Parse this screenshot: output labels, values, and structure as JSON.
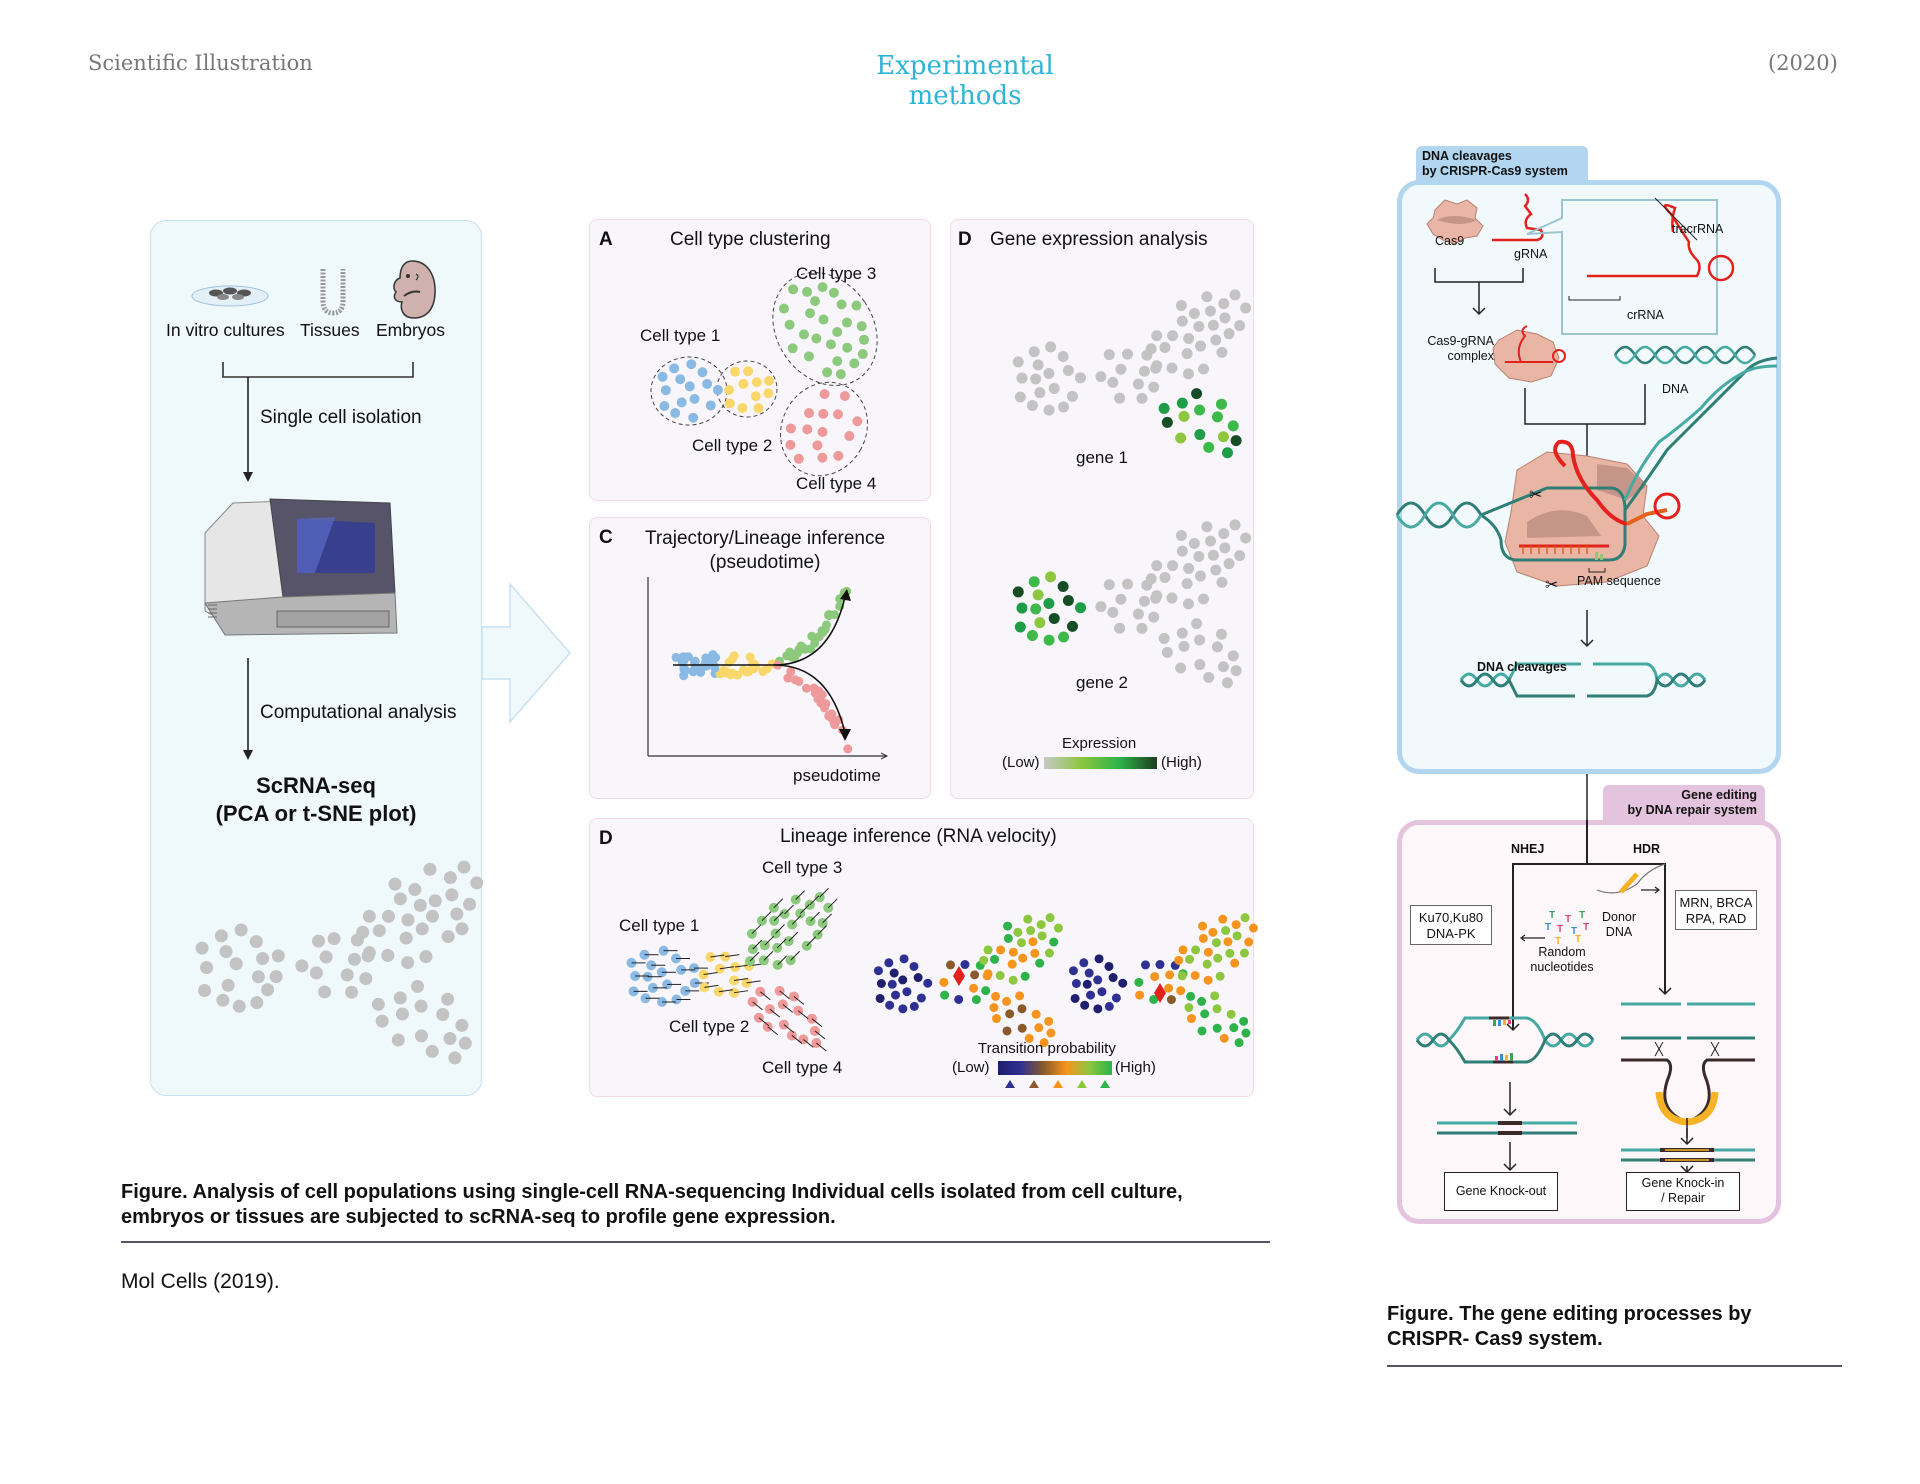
{
  "header": {
    "left": "Scientific Illustration",
    "center": "Experimental methods",
    "right": "(2020)"
  },
  "scrna_figure": {
    "sources": [
      "In vitro cultures",
      "Tissues",
      "Embryos"
    ],
    "step1": "Single cell isolation",
    "step2": "Computational analysis",
    "result_line1": "ScRNA-seq",
    "result_line2": "(PCA or t-SNE plot)",
    "panel_a": {
      "letter": "A",
      "title": "Cell type clustering",
      "labels": [
        "Cell type 1",
        "Cell type 2",
        "Cell type 3",
        "Cell type 4"
      ]
    },
    "panel_c": {
      "letter": "C",
      "title_line1": "Trajectory/Lineage inference",
      "title_line2": "(pseudotime)",
      "xlabel": "pseudotime"
    },
    "panel_gene": {
      "letter": "D",
      "title": "Gene expression analysis",
      "gene1": "gene 1",
      "gene2": "gene 2",
      "legend_title": "Expression",
      "legend_low": "(Low)",
      "legend_high": "(High)"
    },
    "panel_velocity": {
      "letter": "D",
      "title": "Lineage inference (RNA velocity)",
      "labels": [
        "Cell type 1",
        "Cell type 2",
        "Cell type 3",
        "Cell type 4"
      ],
      "legend_title": "Transition probability",
      "legend_low": "(Low)",
      "legend_high": "(High)"
    },
    "caption": "Figure. Analysis of cell populations using single-cell RNA-sequencing Individual cells isolated from cell culture, embryos or tissues are subjected to scRNA-seq to profile gene expression.",
    "source": "Mol Cells (2019)."
  },
  "colors": {
    "cell_type_1": "#8ab9e3",
    "cell_type_2": "#f9d76b",
    "cell_type_3": "#8cc97d",
    "cell_type_4": "#ef9a9a",
    "neutral": "#c3c3c3",
    "accent": "#2fb3d6"
  },
  "crispr_figure": {
    "cleavage_tab_line1": "DNA cleavages",
    "cleavage_tab_line2": "by CRISPR-Cas9 system",
    "cas9": "Cas9",
    "grna": "gRNA",
    "tracrrna": "tracrRNA",
    "crrna": "crRNA",
    "complex_line1": "Cas9-gRNA",
    "complex_line2": "complex",
    "dna": "DNA",
    "pam": "PAM sequence",
    "dna_cleavages": "DNA cleavages",
    "repair_tab_line1": "Gene editing",
    "repair_tab_line2": "by DNA repair system",
    "nhej": "NHEJ",
    "hdr": "HDR",
    "nhej_factors_line1": "Ku70,Ku80",
    "nhej_factors_line2": "DNA-PK",
    "hdr_factors_line1": "MRN, BRCA",
    "hdr_factors_line2": "RPA, RAD",
    "donor_line1": "Donor",
    "donor_line2": "DNA",
    "random_line1": "Random",
    "random_line2": "nucleotides",
    "knockout": "Gene Knock-out",
    "knockin_line1": "Gene Knock-in",
    "knockin_line2": "/ Repair",
    "caption_line1": "Figure. The gene editing processes by",
    "caption_line2": "CRISPR- Cas9 system."
  }
}
